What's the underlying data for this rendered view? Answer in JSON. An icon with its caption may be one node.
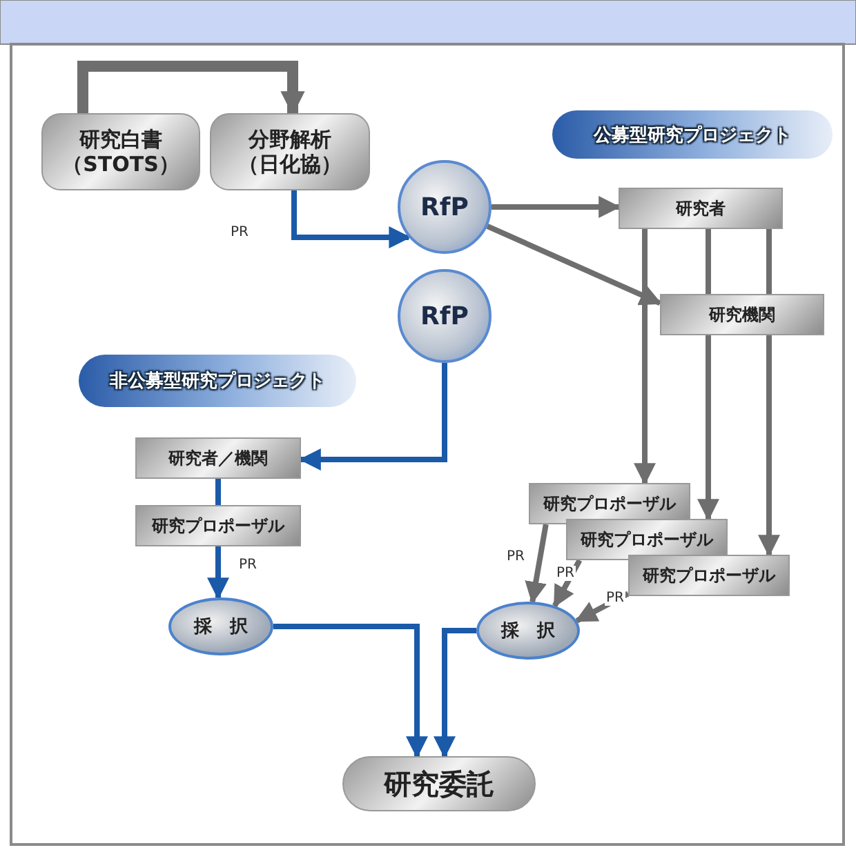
{
  "diagram": {
    "nodes": [
      {
        "text": [
          "研究白書（STOTS）"
        ]
      },
      {
        "text": [
          "分野解析（日化協）"
        ]
      },
      {
        "text": [
          "RfP"
        ]
      },
      {
        "text": [
          "RfP"
        ]
      },
      {
        "text": [
          "公募型研究プロジェクト"
        ]
      },
      {
        "text": [
          "研究者"
        ]
      },
      {
        "text": [
          "研究機関"
        ]
      },
      {
        "text": [
          "非公募型研究プロジェクト"
        ]
      },
      {
        "text": [
          "研究者／機関"
        ]
      },
      {
        "text": [
          "研究プロポーザル"
        ]
      },
      {
        "text": [
          "採　択"
        ]
      },
      {
        "text": [
          "研究プロポーザル"
        ]
      },
      {
        "text": [
          "研究プロポーザル"
        ]
      },
      {
        "text": [
          "研究プロポーザル"
        ]
      },
      {
        "text": [
          "採　択"
        ]
      },
      {
        "text": [
          "研究委託"
        ]
      }
    ],
    "edges": [
      {
        "from": 0,
        "to": 1,
        "arrow": "to",
        "style": "thick"
      },
      {
        "from": 1,
        "to": 2,
        "arrow": "to",
        "label": "PR",
        "color": "#1a5aa8"
      },
      {
        "from": 2,
        "to": 5,
        "arrow": "to"
      },
      {
        "from": 2,
        "to": 6,
        "arrow": "to"
      },
      {
        "from": 3,
        "to": 8,
        "arrow": "to",
        "color": "#1a5aa8"
      },
      {
        "from": 8,
        "to": 9,
        "arrow": "none",
        "color": "#1a5aa8"
      },
      {
        "from": 9,
        "to": 10,
        "arrow": "to",
        "label": "PR",
        "color": "#1a5aa8"
      },
      {
        "from": 5,
        "to": 11,
        "arrow": "to"
      },
      {
        "from": 5,
        "to": 6,
        "arrow": "none"
      },
      {
        "from": 5,
        "to": 6,
        "arrow": "none"
      },
      {
        "from": 6,
        "to": 12,
        "arrow": "to"
      },
      {
        "from": 6,
        "to": 13,
        "arrow": "to"
      },
      {
        "from": 11,
        "to": 14,
        "arrow": "to",
        "label": "PR"
      },
      {
        "from": 12,
        "to": 14,
        "arrow": "to",
        "label": "PR"
      },
      {
        "from": 13,
        "to": 14,
        "arrow": "to",
        "label": "PR"
      },
      {
        "from": 10,
        "to": 15,
        "arrow": "to",
        "color": "#1a5aa8"
      },
      {
        "from": 14,
        "to": 15,
        "arrow": "to",
        "color": "#1a5aa8"
      }
    ]
  }
}
